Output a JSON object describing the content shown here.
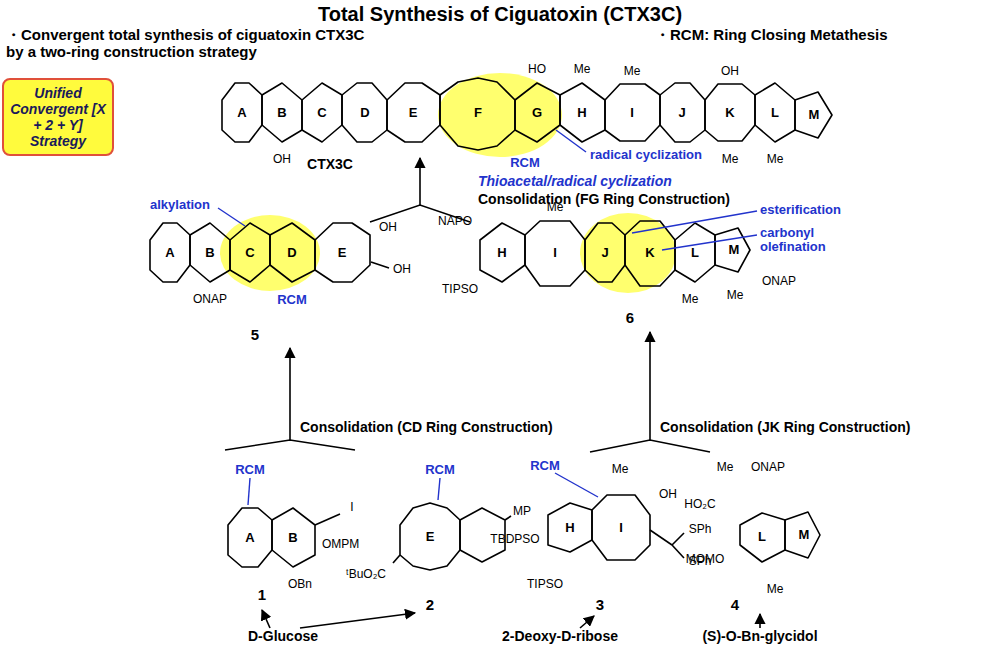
{
  "diagram": {
    "title": "Total Synthesis of Ciguatoxin (CTX3C)",
    "nodes": [
      {
        "text": [
          "Unified Convergent [X + 2 + Y] Strategy"
        ]
      }
    ],
    "labels": [
      "・Convergent total synthesis of ciguatoxin CTX3C by a two-ring construction strategy",
      "・RCM: Ring Closing Metathesis",
      "CTX3C",
      "radical cyclization",
      "RCM",
      "Thioacetal/radical cyclization",
      "Consolidation (FG Ring Construction)",
      "alkylation",
      "RCM",
      "5",
      "6",
      "esterification",
      "carbonyl olefination",
      "Consolidation (CD Ring Construction)",
      "Consolidation (JK Ring Construction)",
      "RCM",
      "RCM",
      "RCM",
      "1",
      "2",
      "3",
      "4",
      "D-Glucose",
      "2-Deoxy-D-ribose",
      "(S)-O-Bn-glycidol",
      "A",
      "B",
      "C",
      "D",
      "E",
      "F",
      "G",
      "H",
      "I",
      "J",
      "K",
      "L",
      "M",
      "A",
      "B",
      "C",
      "D",
      "E",
      "H",
      "I",
      "J",
      "K",
      "L",
      "M",
      "A",
      "B",
      "E",
      "H",
      "I",
      "L",
      "M",
      "OH",
      "HO",
      "Me",
      "Me",
      "OH",
      "Me",
      "Me",
      "ONAP",
      "OH",
      "OH",
      "NAPO",
      "TIPSO",
      "ONAP",
      "Me",
      "Me",
      "Me",
      "I",
      "OMPM",
      "OBn",
      "MP",
      "ᵗBuO₂C",
      "Me",
      "OH",
      "SPh",
      "SPh",
      "TBDPSO",
      "TIPSO",
      "Me",
      "ONAP",
      "HO₂C",
      "MOMO",
      "Me"
    ]
  }
}
